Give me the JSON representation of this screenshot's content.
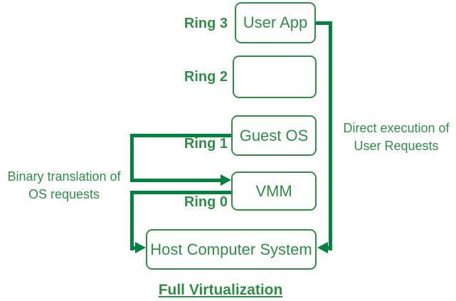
{
  "diagram": {
    "title": "Full Virtualization",
    "rings": [
      {
        "label": "Ring 3",
        "box": "User App"
      },
      {
        "label": "Ring 2",
        "box": ""
      },
      {
        "label": "Ring 1",
        "box": "Guest OS"
      },
      {
        "label": "Ring 0",
        "box": "VMM"
      }
    ],
    "host_label": "Host Computer System",
    "annotations": {
      "left": {
        "line1": "Binary translation of",
        "line2": "OS requests"
      },
      "right": {
        "line1": "Direct execution of",
        "line2": "User Requests"
      }
    },
    "arrows": [
      {
        "name": "binary-translation-arrow",
        "from": "Guest OS",
        "to": "VMM"
      },
      {
        "name": "vmm-to-host-arrow",
        "from": "VMM",
        "to": "Host Computer System"
      },
      {
        "name": "direct-execution-arrow",
        "from": "User App",
        "to": "Host Computer System"
      }
    ],
    "colors": {
      "text_and_border_green": "#2f8d46",
      "connector_green": "#00833f",
      "background": "#ffffff"
    }
  }
}
